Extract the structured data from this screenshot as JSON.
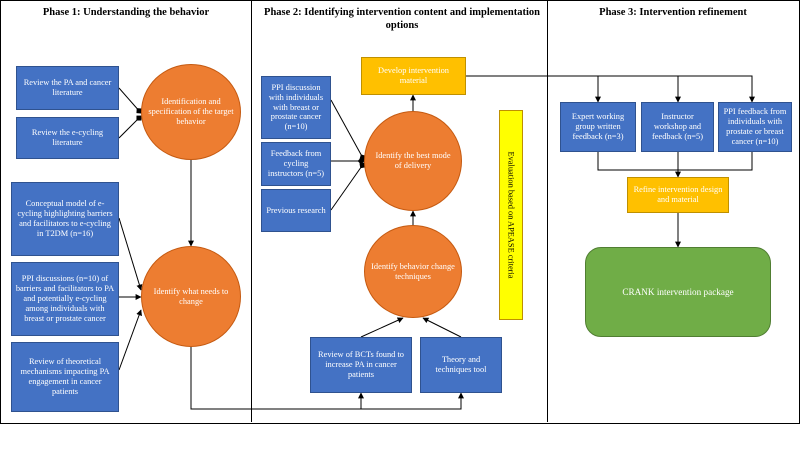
{
  "phases": [
    {
      "title": "Phase 1: Understanding  the behavior"
    },
    {
      "title": "Phase 2: Identifying intervention content and implementation options"
    },
    {
      "title": "Phase 3: Intervention  refinement"
    }
  ],
  "phase1": {
    "review_pa_literature": "Review the PA and cancer literature",
    "review_ecycling_literature": "Review the e-cycling literature",
    "identification_target_behavior": "Identification and specification of the target behavior",
    "conceptual_model": "Conceptual model of e-cycling highlighting barriers and facilitators to e-cycling in T2DM (n=16)",
    "ppi_discussions": "PPI discussions (n=10) of barriers and facilitators to PA and potentially e-cycling among individuals  with breast or prostate cancer",
    "review_mechanisms": "Review of theoretical mechanisms impacting PA engagement in cancer patients",
    "identify_what_needs_to_change": "Identify what needs to change"
  },
  "phase2": {
    "develop_material": "Develop intervention material",
    "ppi_discussion": "PPI discussion with individuals with breast or prostate cancer (n=10)",
    "feedback_instructors": "Feedback from cycling instructors (n=5)",
    "previous_research": "Previous research",
    "identify_mode_of_delivery": "Identify the best mode of delivery",
    "identify_bct": "Identify behavior change techniques",
    "review_bcts": "Review of BCTs found to increase PA in cancer patients",
    "theory_tool": "Theory and techniques tool",
    "evaluation_apease": "Evaluation based on APEASE criteria"
  },
  "phase3": {
    "expert_feedback": "Expert working group written feedback (n=3)",
    "instructor_workshop": "Instructor workshop and feedback (n=5)",
    "ppi_feedback": "PPI feedback from individuals with prostate or breast cancer (n=10)",
    "refine_material": "Refine intervention design and material",
    "crank_package": "CRANK intervention package"
  },
  "colors": {
    "box_blue": "#4472c4",
    "circle_orange": "#ed7d31",
    "highlight_yellow": "#ffc000",
    "evaluation_yellow": "#ffff00",
    "package_green": "#70ad47"
  }
}
